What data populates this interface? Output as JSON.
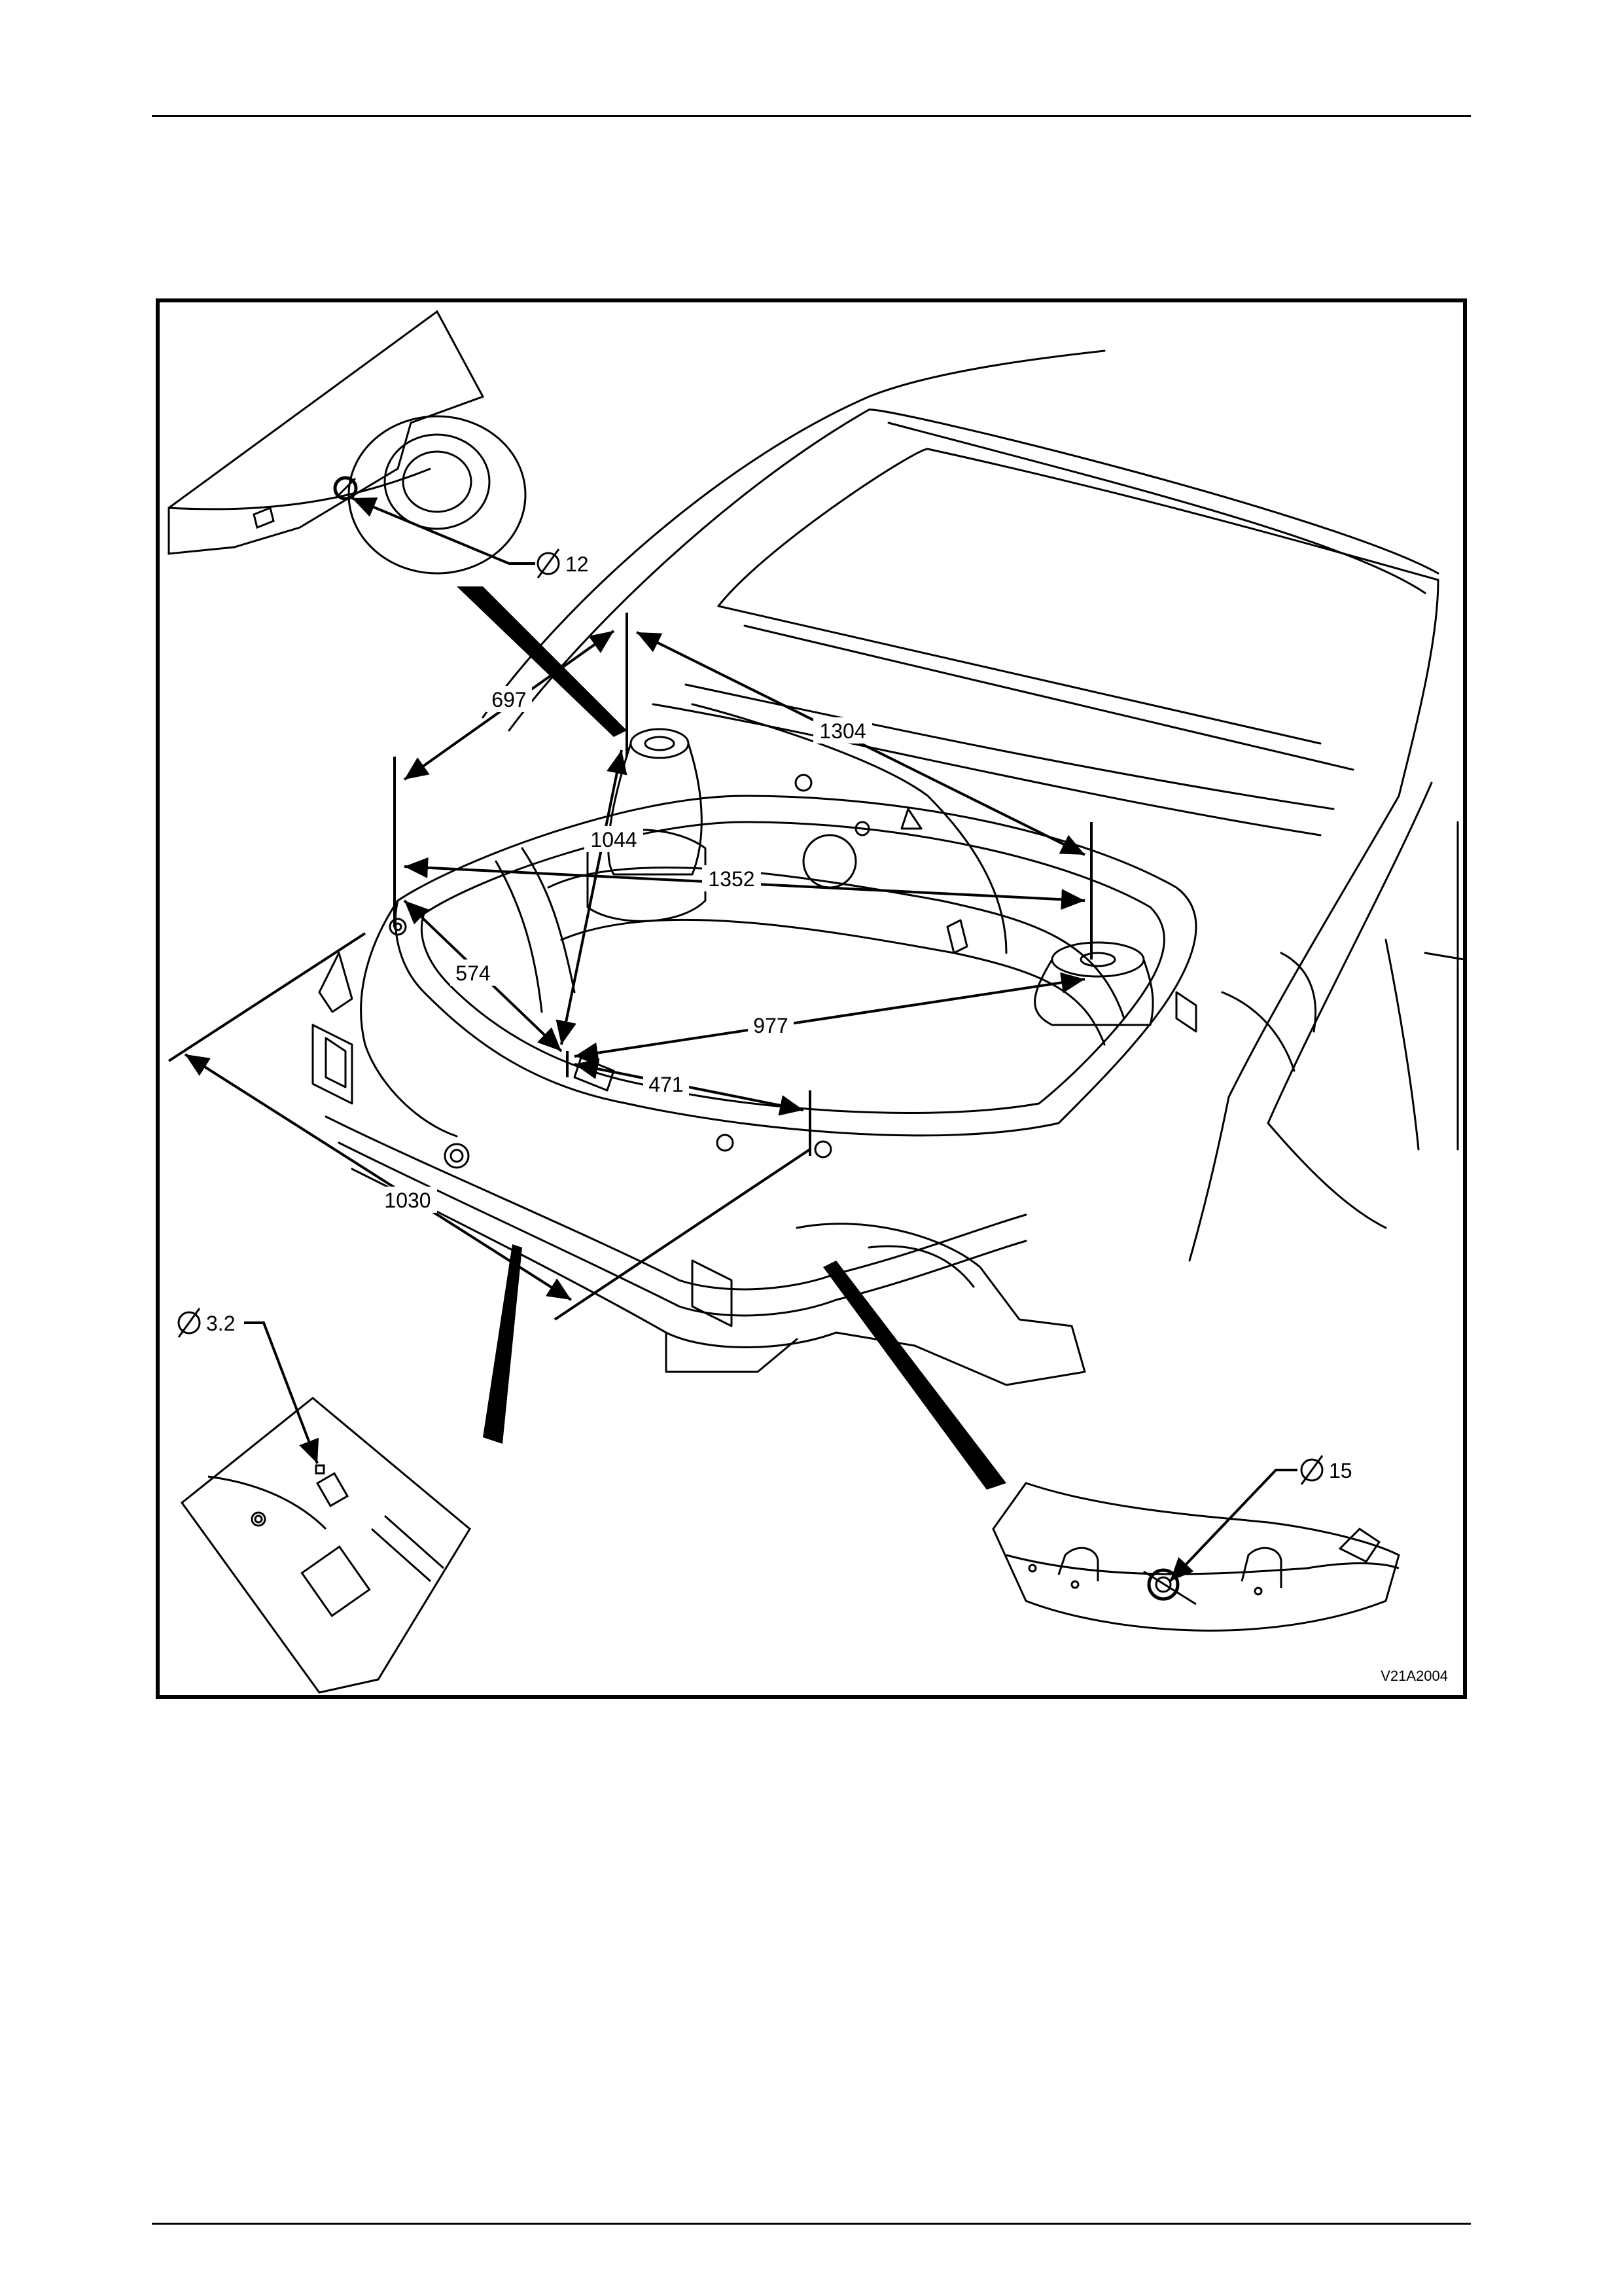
{
  "figure": {
    "code": "V21A2004",
    "dimensions": {
      "d697": "697",
      "d1304": "1304",
      "d1044": "1044",
      "d1352": "1352",
      "d574": "574",
      "d977": "977",
      "d471": "471",
      "d1030": "1030"
    },
    "holes": {
      "top": "12",
      "left": "3.2",
      "right": "15"
    },
    "diameter_symbol": "⌀"
  }
}
